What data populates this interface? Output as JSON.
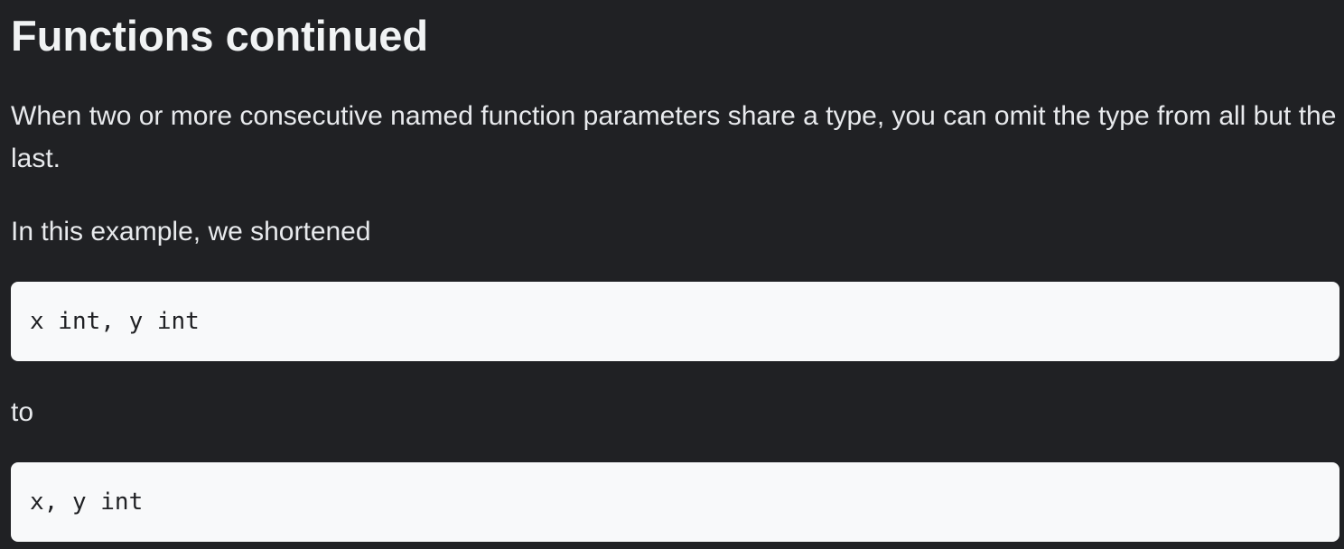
{
  "heading": "Functions continued",
  "paragraphs": [
    "When two or more consecutive named function parameters share a type, you can omit the type from all but the last.",
    "In this example, we shortened",
    "to"
  ],
  "code_blocks": [
    "x int, y int",
    "x, y int"
  ]
}
